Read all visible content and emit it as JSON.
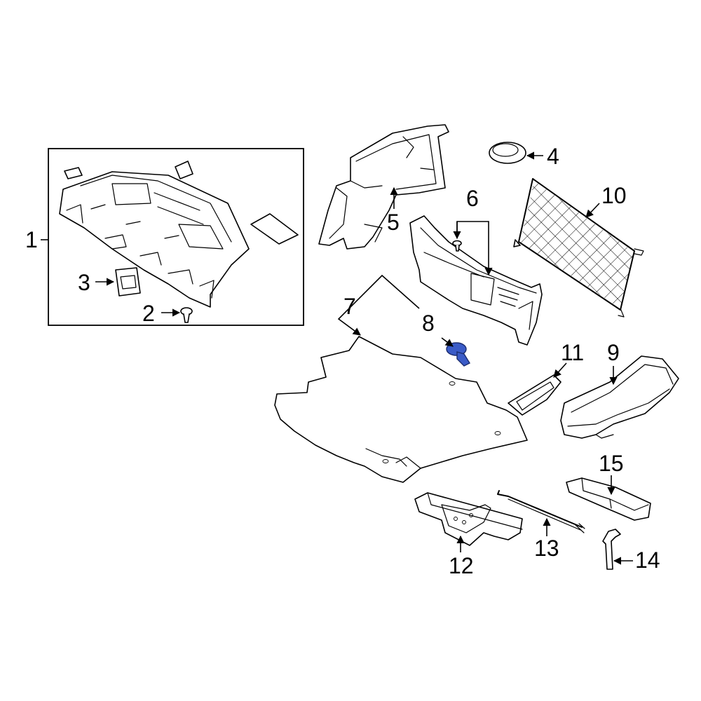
{
  "diagram": {
    "highlight_color": "#3a5bc7",
    "callouts": [
      {
        "id": "1",
        "label": "1"
      },
      {
        "id": "2",
        "label": "2"
      },
      {
        "id": "3",
        "label": "3"
      },
      {
        "id": "4",
        "label": "4"
      },
      {
        "id": "5",
        "label": "5"
      },
      {
        "id": "6",
        "label": "6"
      },
      {
        "id": "7",
        "label": "7"
      },
      {
        "id": "8",
        "label": "8"
      },
      {
        "id": "9",
        "label": "9"
      },
      {
        "id": "10",
        "label": "10"
      },
      {
        "id": "11",
        "label": "11"
      },
      {
        "id": "12",
        "label": "12"
      },
      {
        "id": "13",
        "label": "13"
      },
      {
        "id": "14",
        "label": "14"
      },
      {
        "id": "15",
        "label": "15"
      }
    ]
  }
}
